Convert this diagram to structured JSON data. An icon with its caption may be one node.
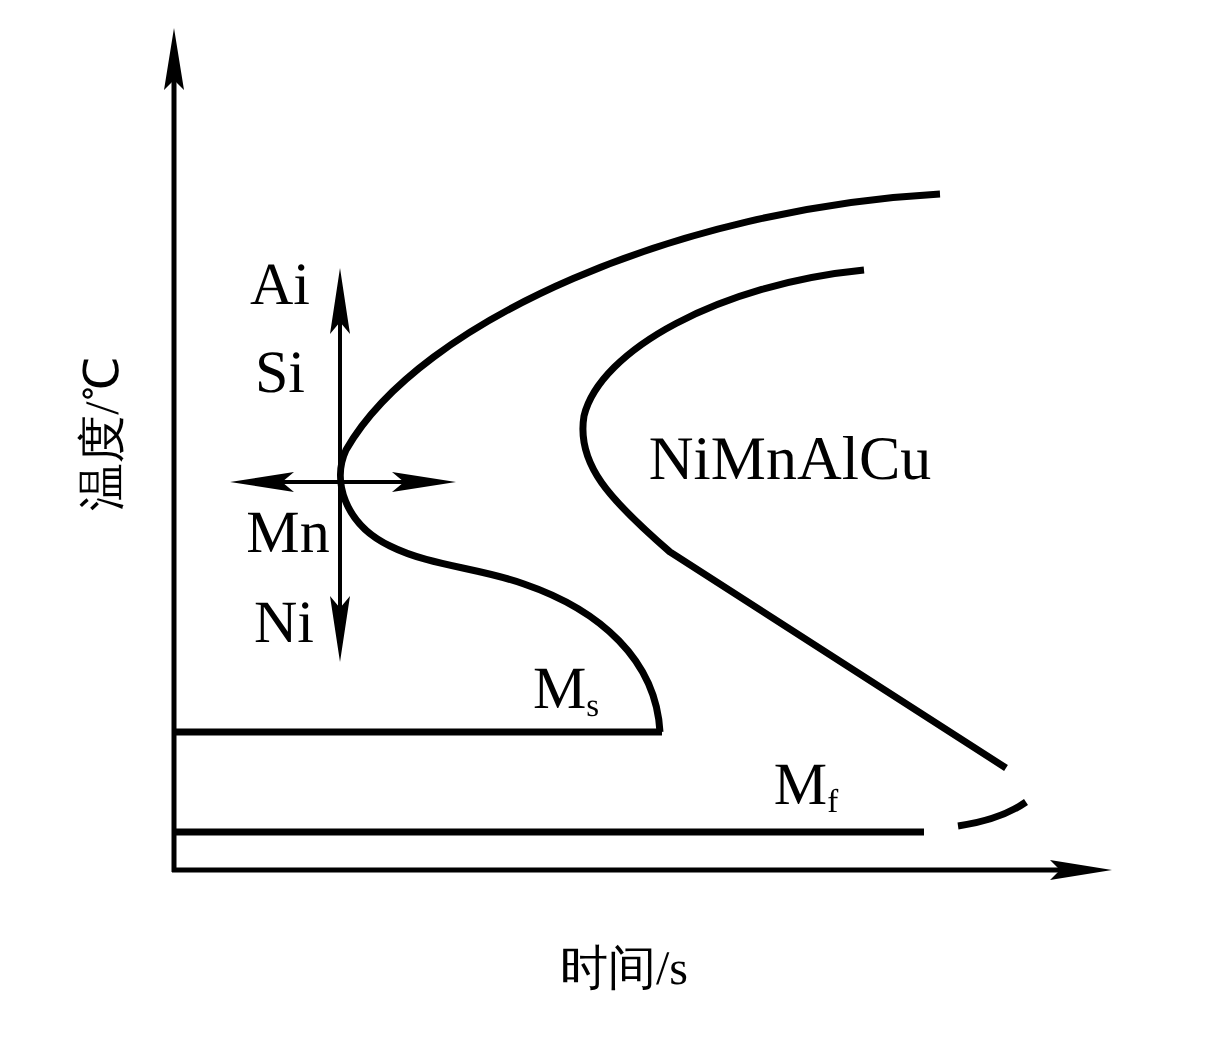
{
  "diagram": {
    "labels": [
      "Ai",
      "Si",
      "温度/℃",
      "NiMnAlCu",
      "Mn",
      "Ni",
      "M$_{s}$",
      "M$_{f}$",
      "时间/s"
    ]
  }
}
